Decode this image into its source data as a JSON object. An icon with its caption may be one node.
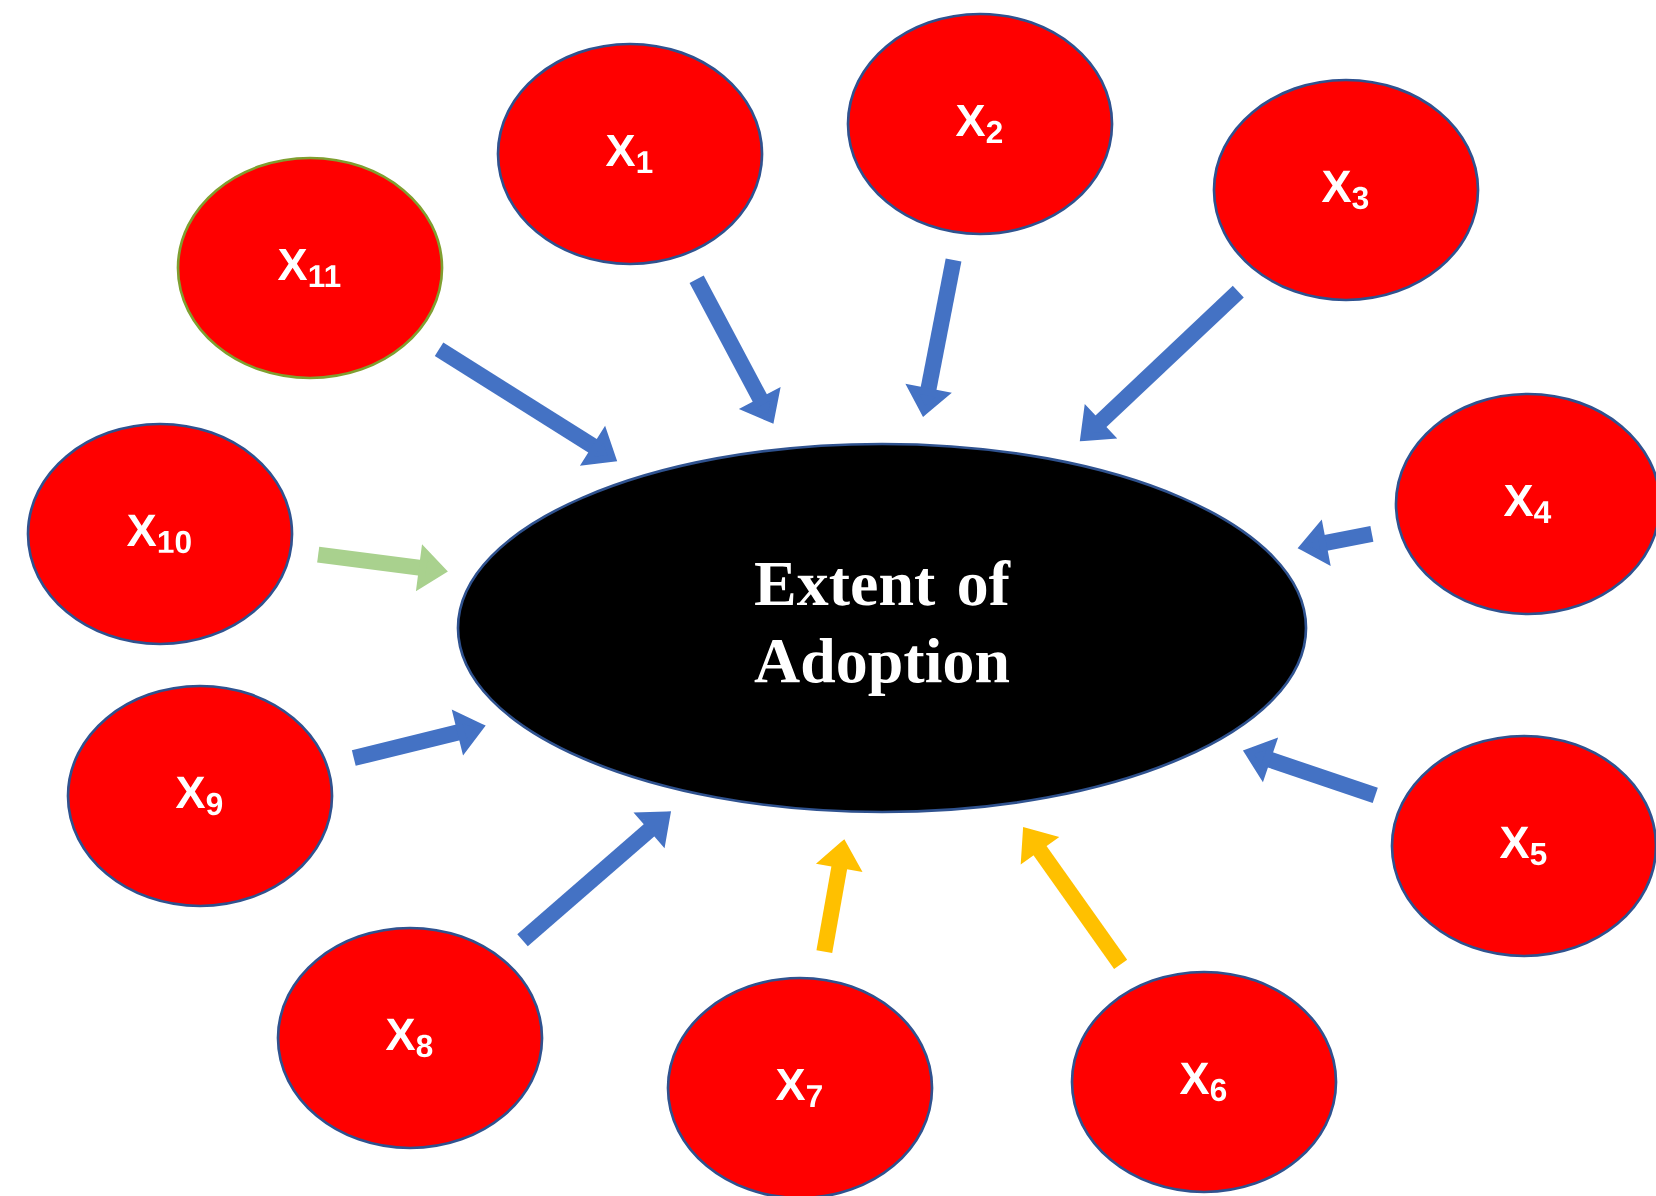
{
  "diagram": {
    "nodes": [
      {
        "text": [
          "Extent of Adoption"
        ]
      },
      {
        "text": [
          "X$_{1}$"
        ]
      },
      {
        "text": [
          "X$_{2}$"
        ]
      },
      {
        "text": [
          "X$_{3}$"
        ]
      },
      {
        "text": [
          "X$_{4}$"
        ]
      },
      {
        "text": [
          "X$_{5}$"
        ]
      },
      {
        "text": [
          "X$_{6}$"
        ]
      },
      {
        "text": [
          "X$_{7}$"
        ]
      },
      {
        "text": [
          "X$_{8}$"
        ]
      },
      {
        "text": [
          "X$_{9}$"
        ]
      },
      {
        "text": [
          "X$_{10}$"
        ]
      },
      {
        "text": [
          "X$_{11}$"
        ]
      }
    ],
    "edges": [
      {
        "from": 1,
        "to": 0,
        "arrow": "to"
      },
      {
        "from": 2,
        "to": 0,
        "arrow": "to"
      },
      {
        "from": 3,
        "to": 0,
        "arrow": "to"
      },
      {
        "from": 4,
        "to": 0,
        "arrow": "to"
      },
      {
        "from": 5,
        "to": 0,
        "arrow": "to"
      },
      {
        "from": 6,
        "to": 0,
        "arrow": "to",
        "color": "#ffc000"
      },
      {
        "from": 7,
        "to": 0,
        "arrow": "to",
        "color": "#ffc000"
      },
      {
        "from": 8,
        "to": 0,
        "arrow": "to"
      },
      {
        "from": 9,
        "to": 0,
        "arrow": "to"
      },
      {
        "from": 10,
        "to": 0,
        "arrow": "to",
        "color": "#a9d18e"
      },
      {
        "from": 11,
        "to": 0,
        "arrow": "to"
      }
    ]
  }
}
